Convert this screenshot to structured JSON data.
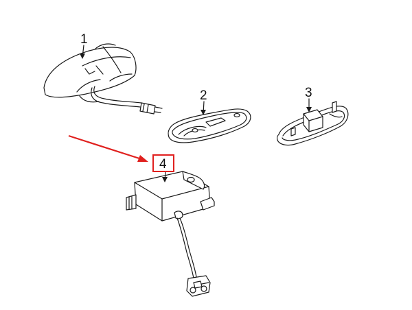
{
  "callouts": {
    "part1": "1",
    "part2": "2",
    "part3": "3",
    "part4": "4"
  },
  "highlight": {
    "box_color": "#e0201e",
    "arrow_color": "#e0201e"
  },
  "icons": [
    "shark-fin-antenna",
    "antenna-gasket",
    "antenna-base",
    "antenna-module"
  ]
}
